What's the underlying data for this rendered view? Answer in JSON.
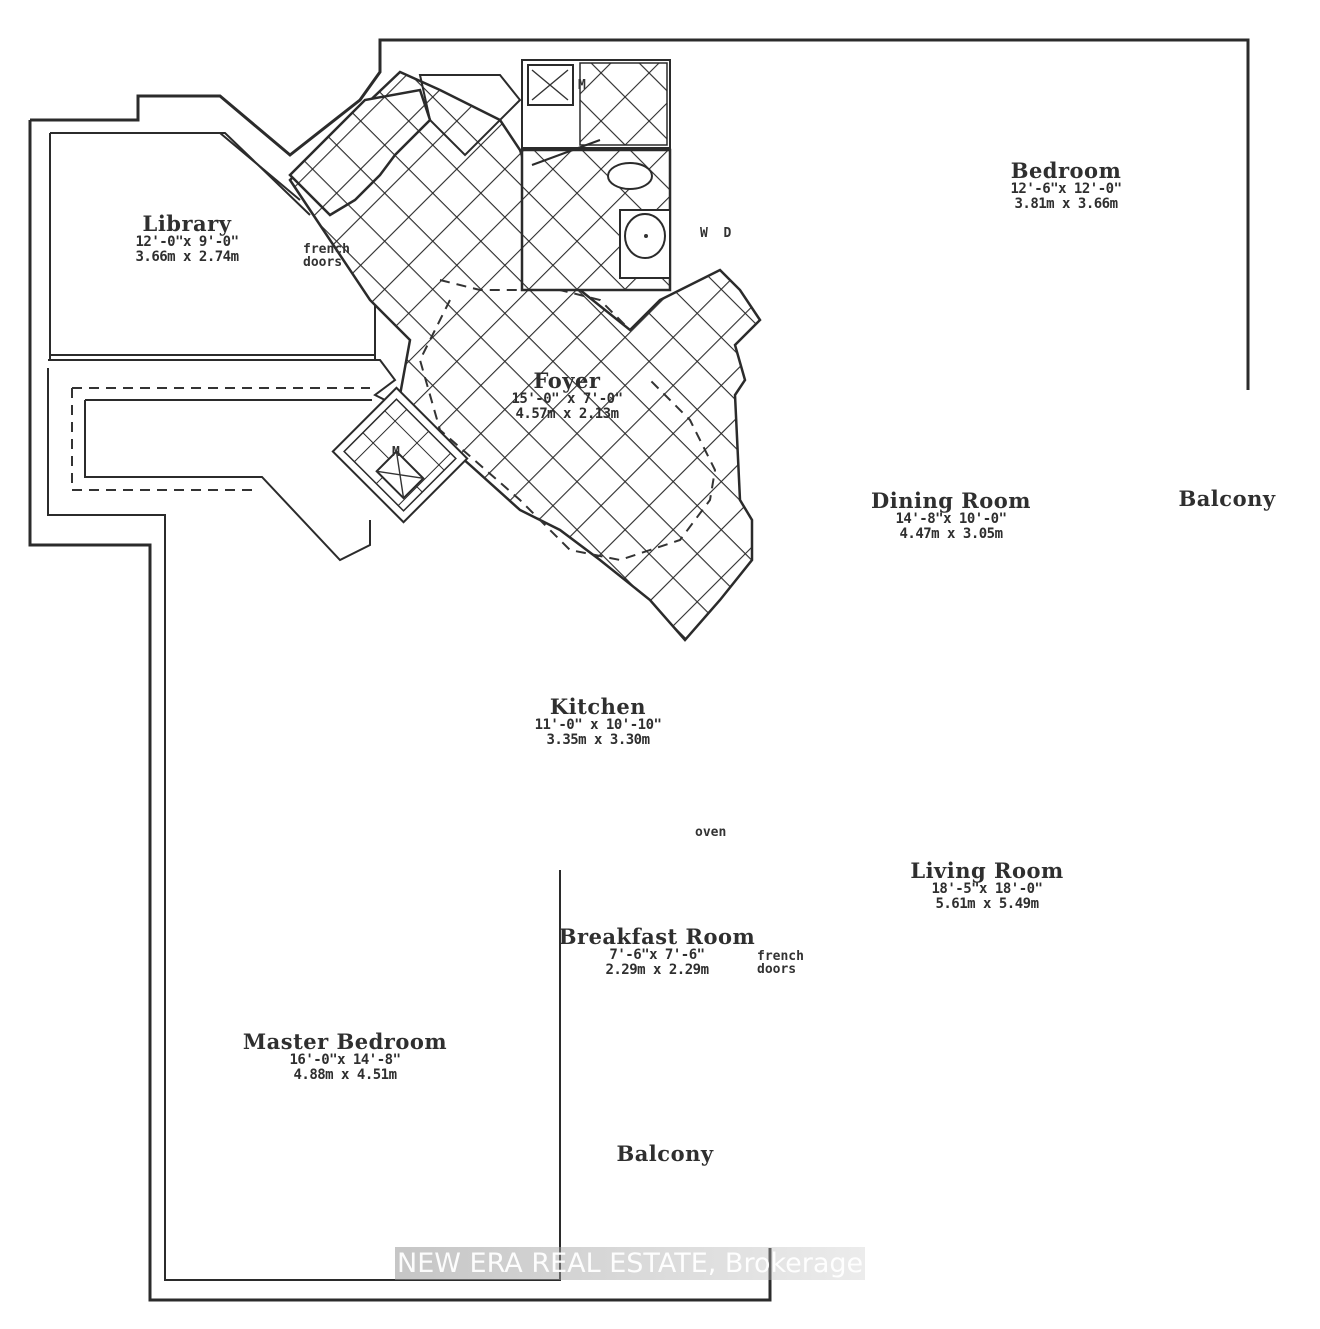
{
  "floor_plan": {
    "rooms": [
      {
        "id": "library",
        "name": "Library",
        "imperial": "12'-0\"x 9'-0\"",
        "metric": "3.66m x 2.74m"
      },
      {
        "id": "bedroom",
        "name": "Bedroom",
        "imperial": "12'-6\"x 12'-0\"",
        "metric": "3.81m x 3.66m"
      },
      {
        "id": "foyer",
        "name": "Foyer",
        "imperial": "15'-0\" x 7'-0\"",
        "metric": "4.57m x 2.13m"
      },
      {
        "id": "dining",
        "name": "Dining  Room",
        "imperial": "14'-8\"x 10'-0\"",
        "metric": "4.47m x 3.05m"
      },
      {
        "id": "balcony_east",
        "name": "Balcony",
        "imperial": "",
        "metric": ""
      },
      {
        "id": "kitchen",
        "name": "Kitchen",
        "imperial": "11'-0\" x 10'-10\"",
        "metric": "3.35m x 3.30m"
      },
      {
        "id": "living",
        "name": "Living  Room",
        "imperial": "18'-5\"x 18'-0\"",
        "metric": "5.61m x 5.49m"
      },
      {
        "id": "breakfast",
        "name": "Breakfast  Room",
        "imperial": "7'-6\"x 7'-6\"",
        "metric": "2.29m x 2.29m"
      },
      {
        "id": "master",
        "name": "Master  Bedroom",
        "imperial": "16'-0\"x 14'-8\"",
        "metric": "4.88m x 4.51m"
      },
      {
        "id": "balcony_south",
        "name": "Balcony",
        "imperial": "",
        "metric": ""
      }
    ],
    "notes": {
      "french_doors_library": "french\ndoors",
      "french_doors_living": "french\ndoors",
      "oven": "oven",
      "washer_dryer": "W  D",
      "mech_1": "M",
      "mech_2": "M"
    },
    "watermark": "NEW ERA REAL ESTATE, Brokerage"
  }
}
